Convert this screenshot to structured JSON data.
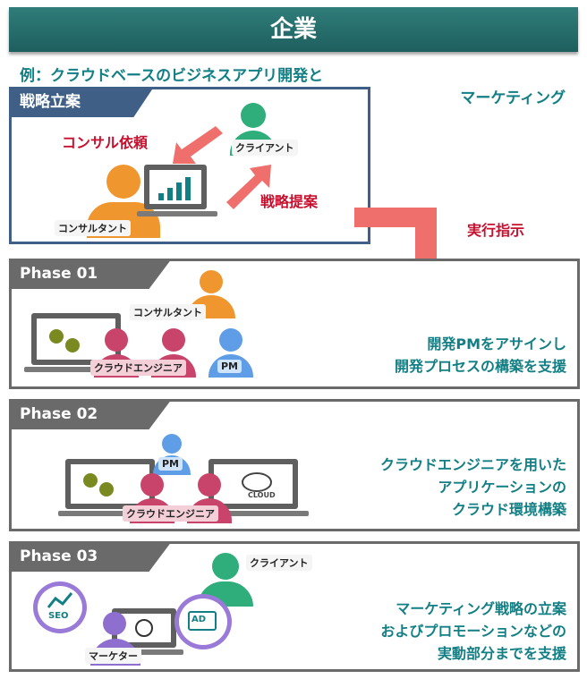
{
  "banner": {
    "title": "企業"
  },
  "subtitle": {
    "line1": "例：クラウドベースのビジネスアプリ開発と",
    "line2": "マーケティング"
  },
  "strategy": {
    "tab": "戦略立案",
    "request_label": "コンサル依頼",
    "proposal_label": "戦略提案",
    "client_label": "クライアント",
    "consultant_label": "コンサルタント"
  },
  "execution_label": "実行指示",
  "phase01": {
    "tab": "Phase 01",
    "consultant_label": "コンサルタント",
    "engineer_label": "クラウドエンジニア",
    "pm_label": "PM",
    "desc": [
      "開発PMをアサインし",
      "開発プロセスの構築を支援"
    ]
  },
  "phase02": {
    "tab": "Phase 02",
    "pm_label": "PM",
    "engineer_label": "クラウドエンジニア",
    "cloud_label": "CLOUD",
    "desc": [
      "クラウドエンジニアを用いた",
      "アプリケーションの",
      "クラウド環境構築"
    ]
  },
  "phase03": {
    "tab": "Phase 03",
    "client_label": "クライアント",
    "marketer_label": "マーケター",
    "seo_label": "SEO",
    "ad_label": "AD",
    "desc": [
      "マーケティング戦略の立案",
      "およびプロモーションなどの",
      "実動部分までを支援"
    ]
  },
  "colors": {
    "teal": "#127f84",
    "red": "#c8102e",
    "green": "#2fae7c",
    "orange": "#f0962e",
    "crimson": "#c8446a",
    "blue": "#5f9ee6",
    "panel_border": "#6a6a6a",
    "strategy_border": "#3f5f86"
  },
  "icons": [
    "person-icon",
    "laptop-icon",
    "bar-chart-icon",
    "arrow-icon",
    "gear-icon",
    "cloud-icon",
    "globe-icon",
    "seo-icon",
    "ad-icon"
  ]
}
